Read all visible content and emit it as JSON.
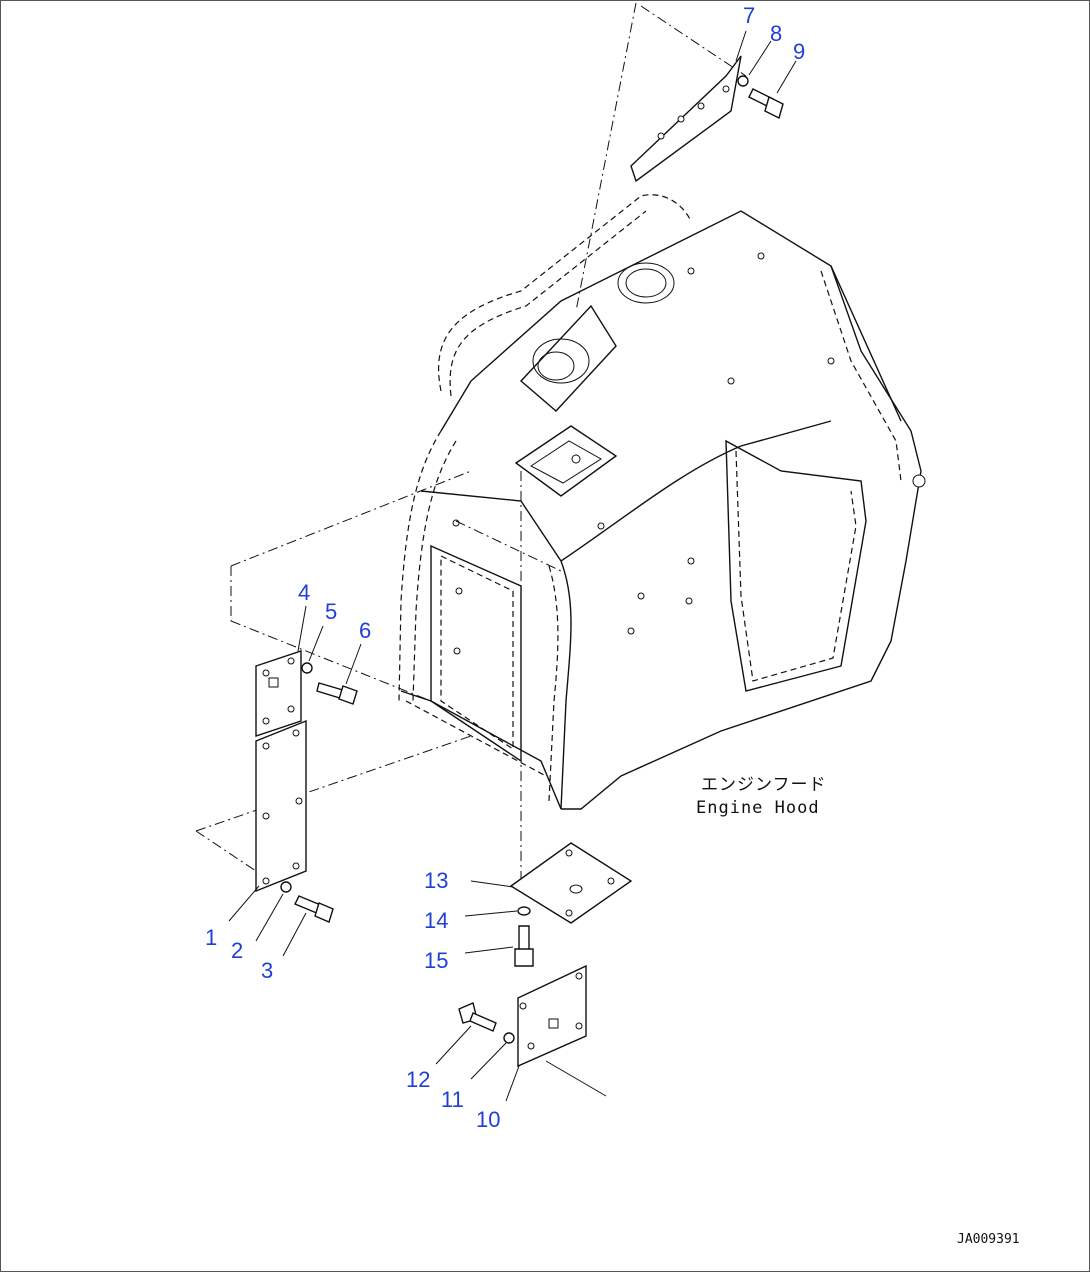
{
  "diagram": {
    "callouts": [
      "1",
      "2",
      "3",
      "4",
      "5",
      "6",
      "7",
      "8",
      "9",
      "10",
      "11",
      "12",
      "13",
      "14",
      "15"
    ],
    "hood_label_ja": "エンジンフード",
    "hood_label_en": "Engine Hood",
    "drawing_code": "JA009391",
    "colors": {
      "callout": "#1f3fd6",
      "line": "#111111",
      "background": "#ffffff"
    }
  }
}
